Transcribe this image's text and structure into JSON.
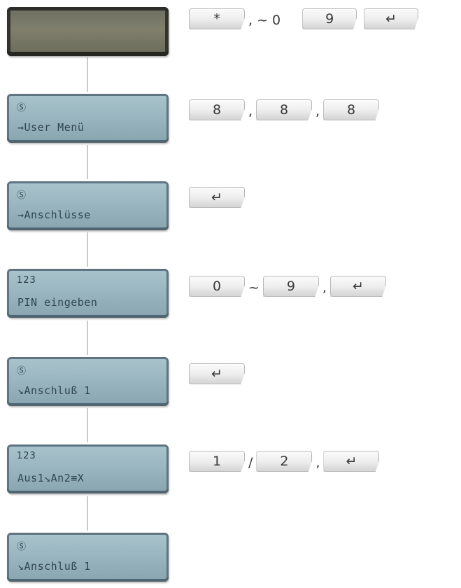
{
  "screens": [
    {
      "icon": "",
      "text": "",
      "style": "blank"
    },
    {
      "icon": "Ⓢ",
      "text": "→User Menü"
    },
    {
      "icon": "Ⓢ",
      "text": "→Anschlüsse"
    },
    {
      "icon": "123",
      "text": "PIN eingeben"
    },
    {
      "icon": "Ⓢ",
      "text": "↘Anschluß 1"
    },
    {
      "icon": "123",
      "text": "Aus1↘An2≡X"
    },
    {
      "icon": "Ⓢ",
      "text": "↘Anschluß 1"
    }
  ],
  "key_rows": [
    {
      "keys": [
        "*",
        "9",
        "↵"
      ],
      "separators": [
        ", ~ 0",
        ""
      ]
    },
    {
      "keys": [
        "8",
        "8",
        "8"
      ],
      "separators": [
        ",",
        ","
      ]
    },
    {
      "keys": [
        "↵"
      ]
    },
    {
      "keys": [
        "0",
        "9",
        "↵"
      ],
      "separators": [
        "~",
        ","
      ]
    },
    {
      "keys": [
        "↵"
      ]
    },
    {
      "keys": [
        "1",
        "2",
        "↵"
      ],
      "separators": [
        "/",
        ","
      ]
    }
  ]
}
